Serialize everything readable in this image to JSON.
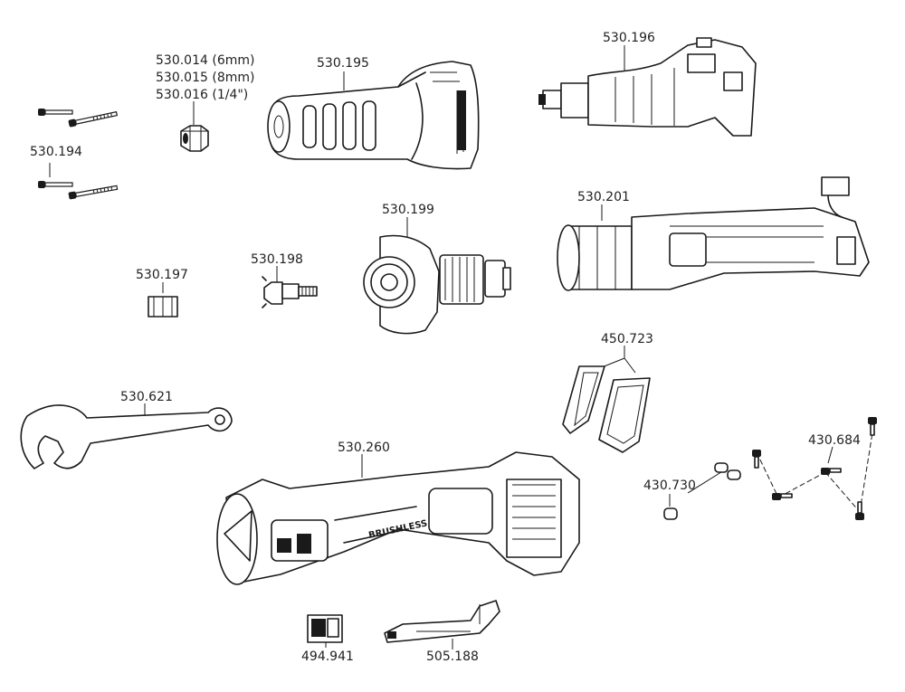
{
  "parts": [
    {
      "id": "p-530-014",
      "number": "530.014",
      "note": "(6mm)"
    },
    {
      "id": "p-530-015",
      "number": "530.015",
      "note": "(8mm)"
    },
    {
      "id": "p-530-016",
      "number": "530.016",
      "note": "(1/4\")"
    },
    {
      "id": "p-530-194",
      "number": "530.194"
    },
    {
      "id": "p-530-195",
      "number": "530.195"
    },
    {
      "id": "p-530-196",
      "number": "530.196"
    },
    {
      "id": "p-530-197",
      "number": "530.197"
    },
    {
      "id": "p-530-198",
      "number": "530.198"
    },
    {
      "id": "p-530-199",
      "number": "530.199"
    },
    {
      "id": "p-530-201",
      "number": "530.201"
    },
    {
      "id": "p-450-723",
      "number": "450.723"
    },
    {
      "id": "p-530-621",
      "number": "530.621"
    },
    {
      "id": "p-530-260",
      "number": "530.260"
    },
    {
      "id": "p-430-684",
      "number": "430.684"
    },
    {
      "id": "p-430-730",
      "number": "430.730"
    },
    {
      "id": "p-494-941",
      "number": "494.941"
    },
    {
      "id": "p-505-188",
      "number": "505.188"
    }
  ],
  "tool_body_text": "BRUSHLESS"
}
